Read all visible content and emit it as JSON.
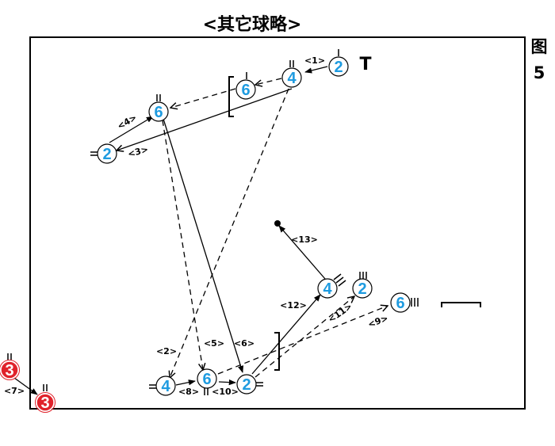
{
  "title": "<其它球略>",
  "figure_label_top": "图",
  "figure_label_bottom": "5",
  "colors": {
    "blue_player_fill": "#ffffff",
    "blue_player_text": "#1e9be0",
    "red_player_fill": "#e0222b",
    "red_player_text": "#ffffff",
    "line": "#000000"
  },
  "players": [
    {
      "id": "p2_top",
      "label": "2",
      "team": "blue"
    },
    {
      "id": "p4_top",
      "label": "4",
      "team": "blue"
    },
    {
      "id": "p6_top",
      "label": "6",
      "team": "blue"
    },
    {
      "id": "p6_left",
      "label": "6",
      "team": "blue"
    },
    {
      "id": "p2_left",
      "label": "2",
      "team": "blue"
    },
    {
      "id": "p4_mid",
      "label": "4",
      "team": "blue"
    },
    {
      "id": "p2_mid",
      "label": "2",
      "team": "blue"
    },
    {
      "id": "p6_right",
      "label": "6",
      "team": "blue"
    },
    {
      "id": "p4_bot",
      "label": "4",
      "team": "blue"
    },
    {
      "id": "p6_bot",
      "label": "6",
      "team": "blue"
    },
    {
      "id": "p2_bot",
      "label": "2",
      "team": "blue"
    },
    {
      "id": "p3_a",
      "label": "3",
      "team": "red"
    },
    {
      "id": "p3_b",
      "label": "3",
      "team": "red"
    }
  ],
  "steps": [
    "<1>",
    "<2>",
    "<3>",
    "<4>",
    "<5>",
    "<6>",
    "<7>",
    "<8>",
    "<9>",
    "<10>",
    "<11>",
    "<12>",
    "<13>"
  ],
  "marker_t": "T"
}
